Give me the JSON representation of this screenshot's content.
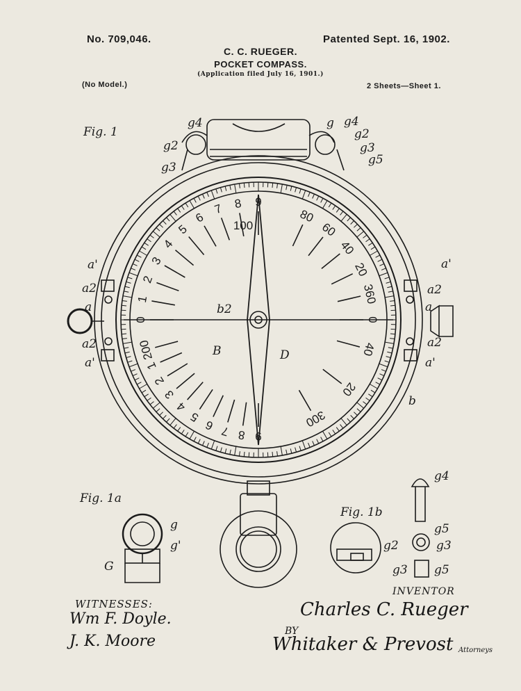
{
  "header": {
    "patent_number": "No. 709,046.",
    "patent_date": "Patented Sept. 16, 1902.",
    "inventor_name": "C. C. RUEGER.",
    "title": "POCKET COMPASS.",
    "application": "(Application filed July 16, 1901.)",
    "model": "(No Model.)",
    "sheets": "2 Sheets—Sheet 1."
  },
  "figures": {
    "fig1": "Fig. 1",
    "fig1a": "Fig. 1a",
    "fig1b": "Fig. 1b"
  },
  "reference_labels": {
    "g4": "g4",
    "g2": "g2",
    "g3": "g3",
    "g": "g",
    "g5": "g5",
    "g1": "g'",
    "a1": "a'",
    "a2": "a2",
    "a": "a",
    "b2": "b2",
    "B": "B",
    "D": "D",
    "b": "b",
    "G": "G"
  },
  "dial": {
    "upper_left": [
      "0",
      "1",
      "2",
      "3",
      "4",
      "5",
      "6",
      "7",
      "8",
      "9"
    ],
    "top": "100",
    "upper_right": [
      "80",
      "60",
      "40",
      "20",
      "360",
      "0"
    ],
    "lower_right": [
      "40",
      "20",
      "300"
    ],
    "lower_left": [
      "200",
      "1",
      "2",
      "3",
      "4",
      "5",
      "6",
      "7",
      "8",
      "9"
    ]
  },
  "signatures": {
    "witnesses_label": "WITNESSES:",
    "witness1": "Wm F. Doyle.",
    "witness2": "J. K. Moore",
    "inventor_label": "INVENTOR",
    "inventor_signature": "Charles C. Rueger",
    "by_label": "BY",
    "attorney_signature": "Whitaker & Prevost",
    "attorneys_label": "Attorneys"
  },
  "colors": {
    "paper": "#ece9e0",
    "ink": "#1b1b1b"
  }
}
